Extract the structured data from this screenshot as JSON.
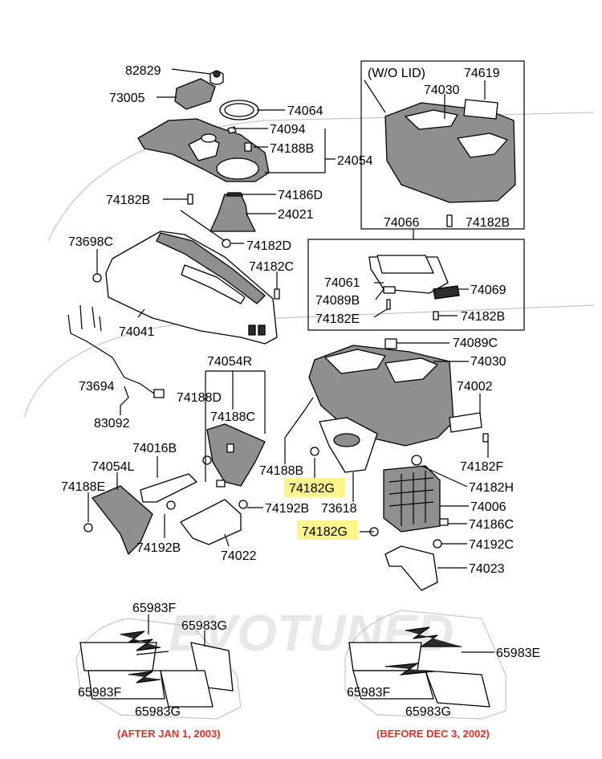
{
  "watermark": "EVOTUNED",
  "labels": {
    "p82829": "82829",
    "p73005": "73005",
    "p74064": "74064",
    "p74094": "74094",
    "p74188B_a": "74188B",
    "p24054": "24054",
    "p74182B_a": "74182B",
    "p74186D": "74186D",
    "p24021": "24021",
    "p73698C": "73698C",
    "p74182D": "74182D",
    "p74182C": "74182C",
    "p74041": "74041",
    "p73694": "73694",
    "p83092": "83092",
    "wo_lid": "(W/O LID)",
    "p74619": "74619",
    "p74030_a": "74030",
    "p74066": "74066",
    "p74182B_b": "74182B",
    "p74061": "74061",
    "p74089B": "74089B",
    "p74069": "74069",
    "p74182E": "74182E",
    "p74182B_c": "74182B",
    "p74089C": "74089C",
    "p74030_b": "74030",
    "p74002": "74002",
    "p74182F": "74182F",
    "p74054R": "74054R",
    "p74188D": "74188D",
    "p74188C": "74188C",
    "p74188B_b": "74188B",
    "p74016B": "74016B",
    "p74054L": "74054L",
    "p74188E": "74188E",
    "p74192B_a": "74192B",
    "p74192B_b": "74192B",
    "p74022": "74022",
    "p74182G_a": "74182G",
    "p73618": "73618",
    "p74182H": "74182H",
    "p74006": "74006",
    "p74182G_b": "74182G",
    "p74186C": "74186C",
    "p74192C": "74192C",
    "p74023": "74023",
    "p65983F_a": "65983F",
    "p65983G_a": "65983G",
    "p65983F_b": "65983F",
    "p65983G_b": "65983G",
    "p65983E": "65983E",
    "p65983F_c": "65983F",
    "p65983G_c": "65983G",
    "note_after": "(AFTER JAN 1, 2003)",
    "note_before": "(BEFORE DEC 3, 2002)"
  },
  "colors": {
    "highlight": "#fbf58a",
    "note_red": "#d9342b"
  }
}
